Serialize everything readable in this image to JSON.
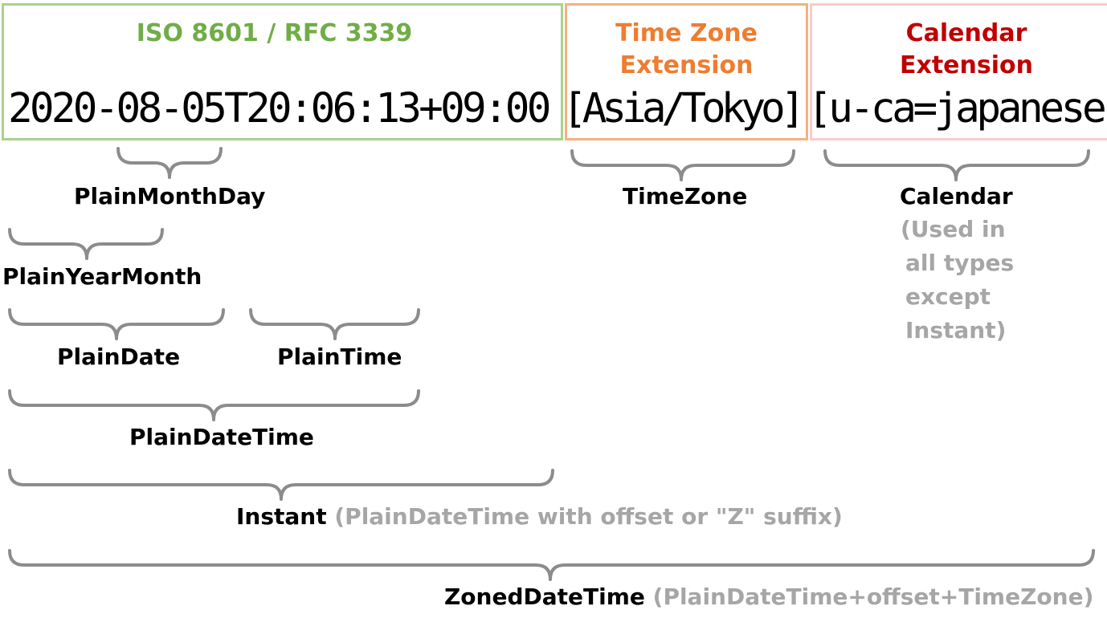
{
  "sections": {
    "iso": "ISO 8601 / RFC 3339",
    "timezone_ext": [
      "Time Zone",
      "Extension"
    ],
    "calendar_ext": [
      "Calendar",
      "Extension"
    ]
  },
  "string": {
    "datetime": "2020-08-05T20:06:13+09:00",
    "timezone": "[Asia/Tokyo]",
    "calendar": "[u-ca=japanese"
  },
  "types": {
    "plain_month_day": "PlainMonthDay",
    "plain_year_month": "PlainYearMonth",
    "plain_date": "PlainDate",
    "plain_time": "PlainTime",
    "plain_date_time": "PlainDateTime",
    "instant": "Instant",
    "instant_note": "(PlainDateTime with offset or \"Z\" suffix)",
    "zoned_date_time": "ZonedDateTime",
    "zoned_note": "(PlainDateTime+offset+TimeZone)",
    "time_zone": "TimeZone",
    "calendar": "Calendar",
    "calendar_note": [
      "(Used in",
      "all types",
      "except",
      "Instant)"
    ]
  },
  "colors": {
    "iso": "#70ad47",
    "timezone": "#ed7d31",
    "calendar": "#c00000",
    "note": "#a6a6a6",
    "brace": "#8c8c8c"
  }
}
